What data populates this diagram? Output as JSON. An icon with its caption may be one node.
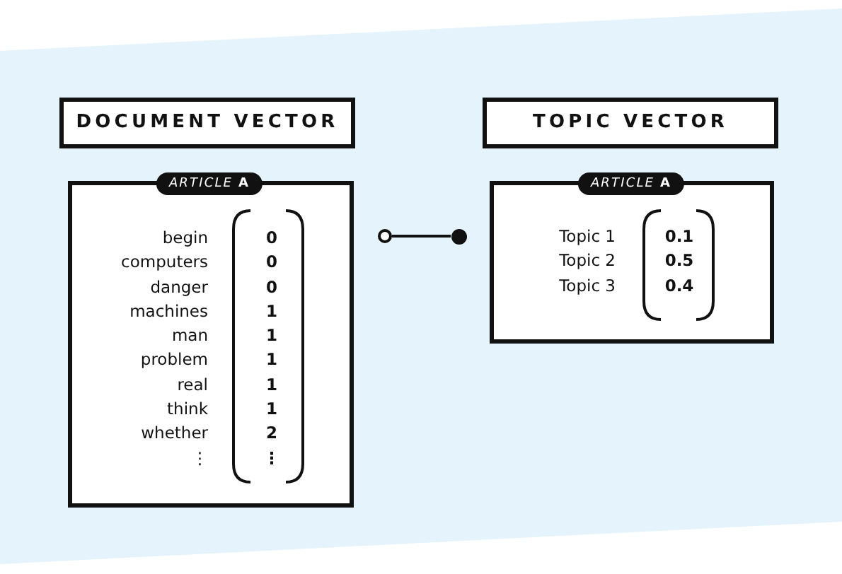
{
  "diagram": {
    "nodes": [
      {
        "text": [
          "DOCUMENT VECTOR"
        ]
      },
      {
        "text": [
          "*ARTICLE* **A**"
        ]
      },
      {
        "text": [
          "begin",
          "0",
          "computers",
          "0",
          "danger",
          "0",
          "machines",
          "1",
          "man",
          "1",
          "problem",
          "1",
          "real",
          "1",
          "think",
          "1",
          "whether",
          "2",
          "⋮",
          "⋮"
        ]
      },
      {
        "text": [],
        "shape": "circle"
      },
      {
        "text": [],
        "shape": "circle"
      },
      {
        "text": [
          "TOPIC VECTOR"
        ]
      },
      {
        "text": [
          "*ARTICLE* **A**"
        ]
      },
      {
        "text": [
          "Topic 1",
          "0.1",
          "Topic 2",
          "0.5",
          "Topic 3",
          "0.4"
        ]
      }
    ],
    "edges": [
      {
        "from": 3,
        "to": 4,
        "arrow": "none"
      }
    ]
  }
}
